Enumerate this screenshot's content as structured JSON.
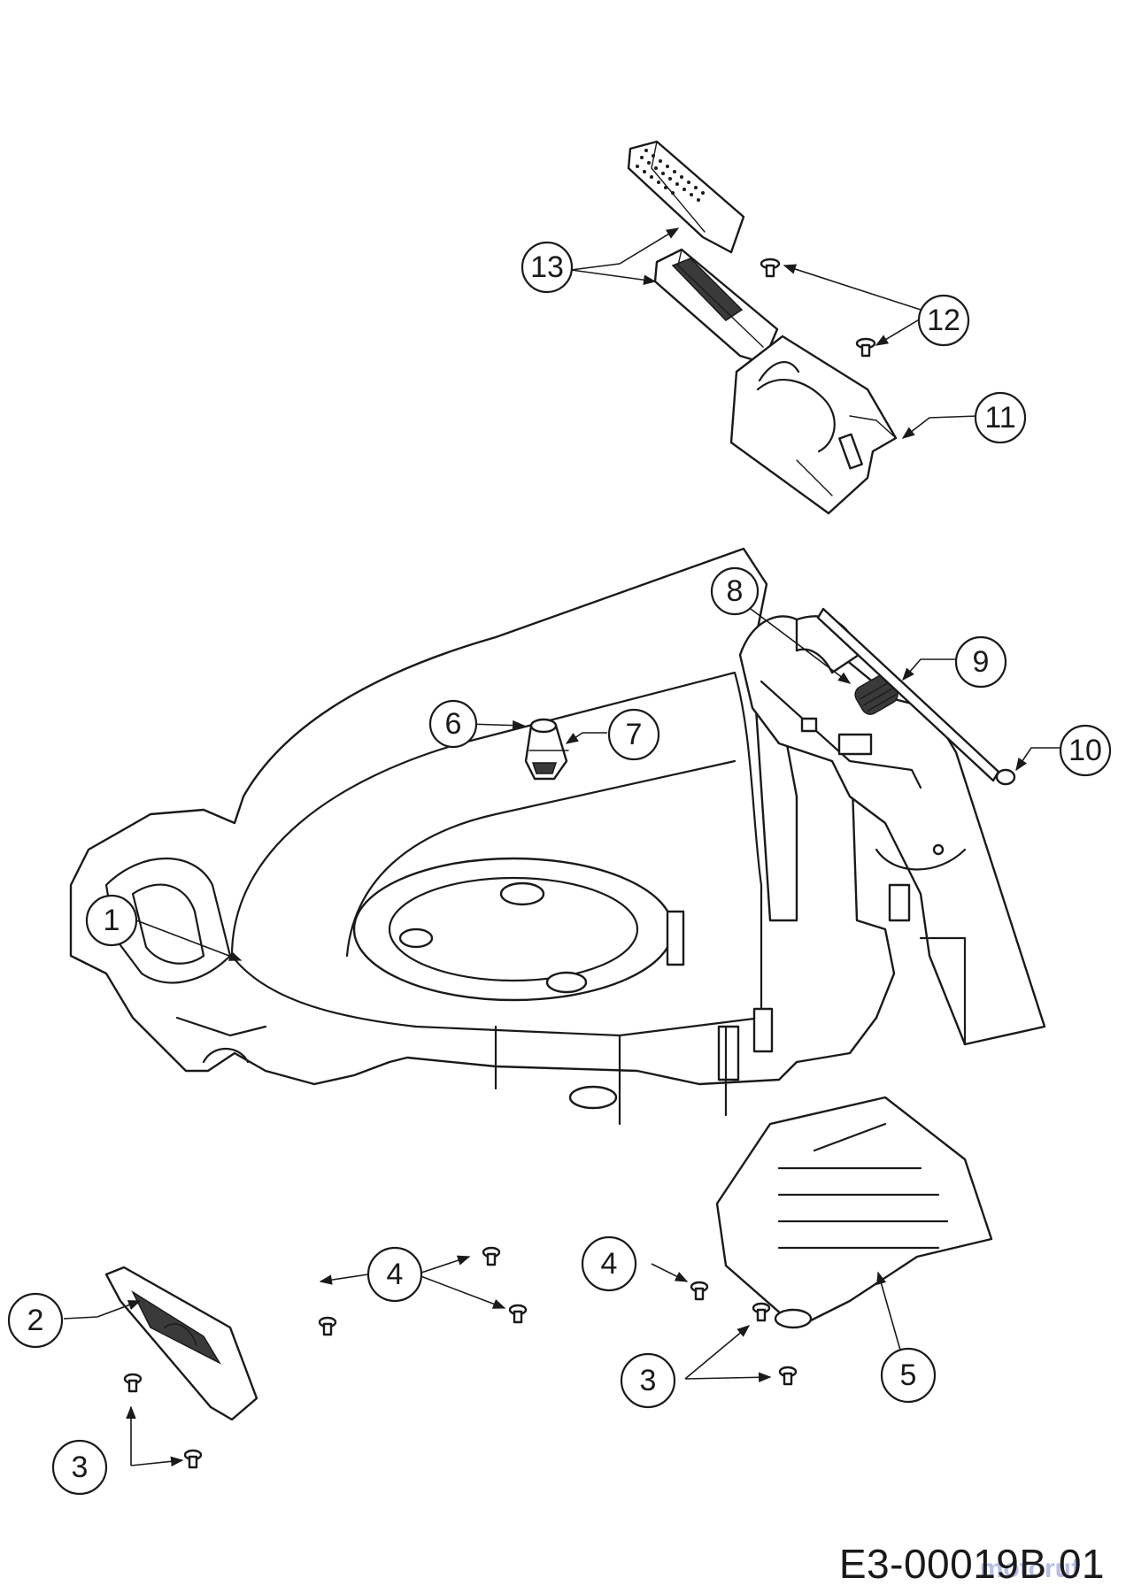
{
  "drawing": {
    "code": "E3-00019B 01",
    "watermark": "motoruf"
  },
  "callouts": [
    {
      "id": "1",
      "label": "1"
    },
    {
      "id": "2",
      "label": "2"
    },
    {
      "id": "3a",
      "label": "3"
    },
    {
      "id": "3b",
      "label": "3"
    },
    {
      "id": "4a",
      "label": "4"
    },
    {
      "id": "4b",
      "label": "4"
    },
    {
      "id": "5",
      "label": "5"
    },
    {
      "id": "6",
      "label": "6"
    },
    {
      "id": "7",
      "label": "7"
    },
    {
      "id": "8",
      "label": "8"
    },
    {
      "id": "9",
      "label": "9"
    },
    {
      "id": "10",
      "label": "10"
    },
    {
      "id": "11",
      "label": "11"
    },
    {
      "id": "12",
      "label": "12"
    },
    {
      "id": "13",
      "label": "13"
    }
  ],
  "colors": {
    "line": "#1a1a1a",
    "background": "#ffffff",
    "watermark": "#5a6ec8"
  }
}
